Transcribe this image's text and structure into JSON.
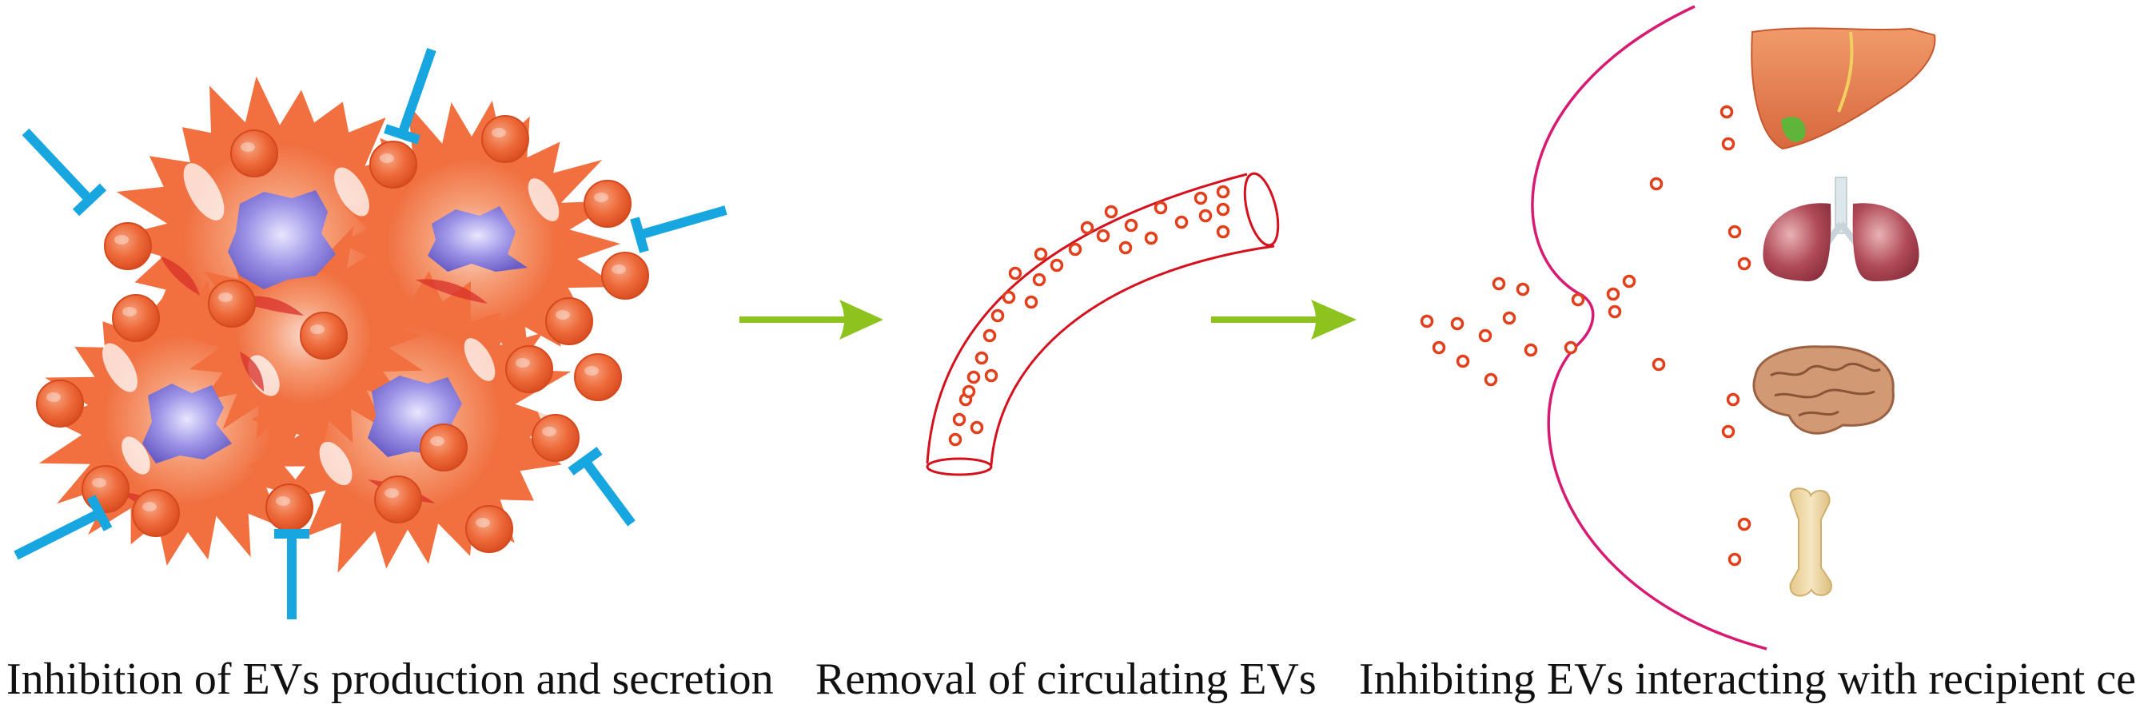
{
  "captions": {
    "production": "Inhibition of EVs production and secretion",
    "circulation": "Removal of circulating EVs",
    "recipient": "Inhibiting EVs interacting with recipient cells"
  },
  "colors": {
    "cell_body": "#f2703f",
    "cell_light": "#f8c7b0",
    "nucleus": "#7b6fd0",
    "ev_fill": "#e65a2c",
    "inhibitor": "#17a6e0",
    "flow_arrow": "#8ec21f",
    "vessel": "#d4111d",
    "barrier": "#d81b72",
    "liver": "#e8875a",
    "lung": "#b54c5a",
    "brain": "#d29a74",
    "bone": "#eed6a3"
  },
  "icons": {
    "organs": [
      "liver-icon",
      "lung-icon",
      "brain-icon",
      "bone-icon"
    ],
    "inhibitor": "t-bar-inhibitor-icon",
    "arrow": "right-arrow-icon"
  }
}
